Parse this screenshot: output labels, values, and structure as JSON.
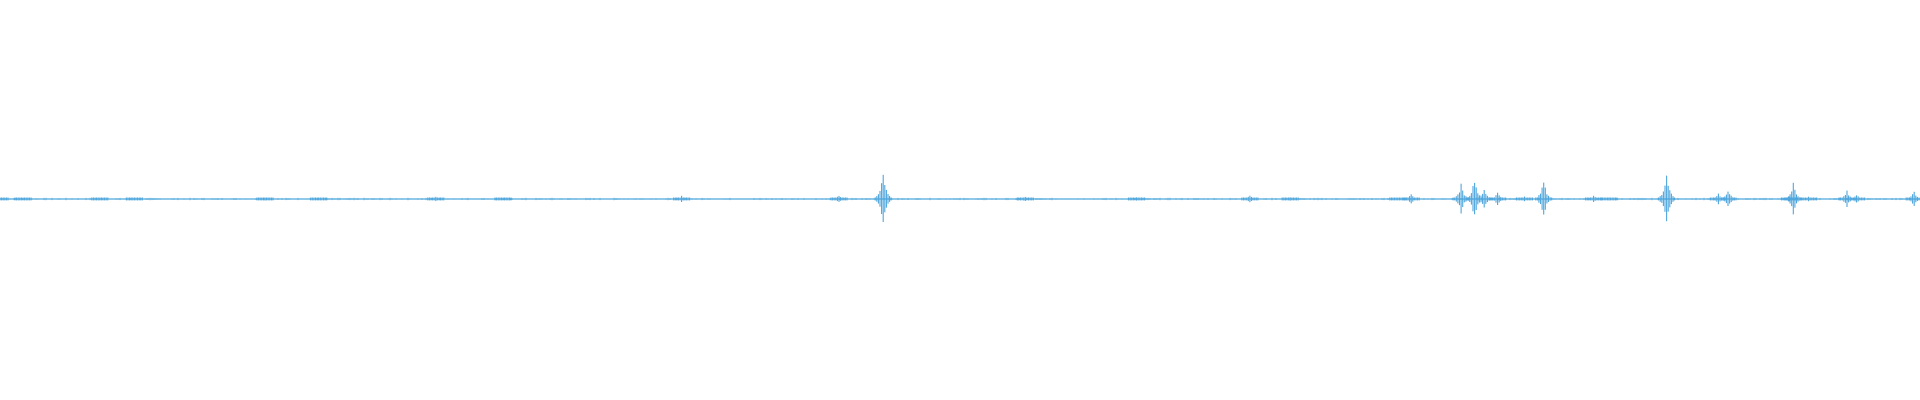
{
  "waveform": {
    "color": "#4ea6dc",
    "background": "#ffffff",
    "baseline_level": 0,
    "peaks": [
      {
        "t": 0.0,
        "amp": 0.01
      },
      {
        "t": 0.012,
        "amp": 0.02
      },
      {
        "t": 0.052,
        "amp": 0.05
      },
      {
        "t": 0.07,
        "amp": 0.02
      },
      {
        "t": 0.138,
        "amp": 0.08
      },
      {
        "t": 0.166,
        "amp": 0.03
      },
      {
        "t": 0.227,
        "amp": 0.08
      },
      {
        "t": 0.262,
        "amp": 0.02
      },
      {
        "t": 0.355,
        "amp": 0.12
      },
      {
        "t": 0.437,
        "amp": 0.15
      },
      {
        "t": 0.46,
        "amp": 1.0
      },
      {
        "t": 0.534,
        "amp": 0.1
      },
      {
        "t": 0.592,
        "amp": 0.08
      },
      {
        "t": 0.651,
        "amp": 0.17
      },
      {
        "t": 0.672,
        "amp": 0.07
      },
      {
        "t": 0.728,
        "amp": 0.05
      },
      {
        "t": 0.735,
        "amp": 0.18
      },
      {
        "t": 0.761,
        "amp": 0.55
      },
      {
        "t": 0.768,
        "amp": 0.82
      },
      {
        "t": 0.773,
        "amp": 0.4
      },
      {
        "t": 0.78,
        "amp": 0.25
      },
      {
        "t": 0.794,
        "amp": 0.12
      },
      {
        "t": 0.804,
        "amp": 0.72
      },
      {
        "t": 0.83,
        "amp": 0.14
      },
      {
        "t": 0.838,
        "amp": 0.08
      },
      {
        "t": 0.868,
        "amp": 1.0
      },
      {
        "t": 0.895,
        "amp": 0.22
      },
      {
        "t": 0.9,
        "amp": 0.36
      },
      {
        "t": 0.932,
        "amp": 0.12
      },
      {
        "t": 0.934,
        "amp": 0.58
      },
      {
        "t": 0.942,
        "amp": 0.1
      },
      {
        "t": 0.962,
        "amp": 0.3
      },
      {
        "t": 0.967,
        "amp": 0.18
      },
      {
        "t": 0.997,
        "amp": 0.3
      }
    ]
  }
}
